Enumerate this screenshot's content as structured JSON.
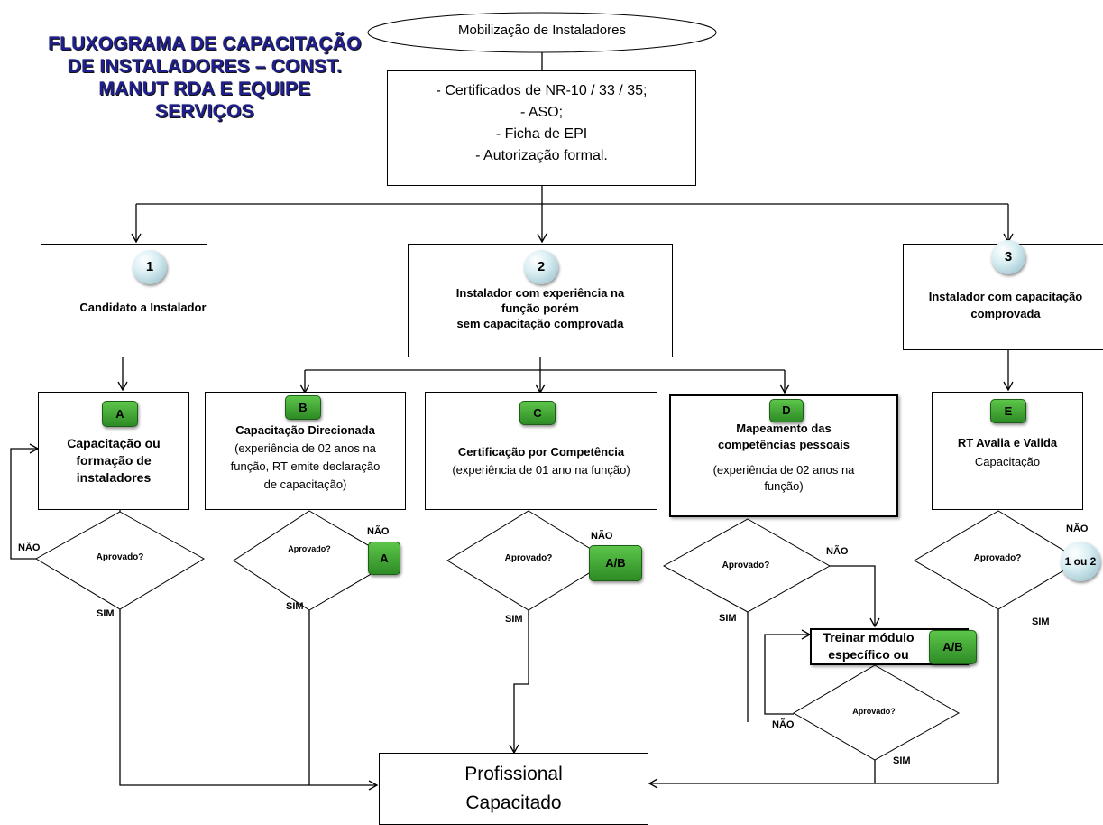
{
  "title": "FLUXOGRAMA DE CAPACITAÇÃO DE INSTALADORES – CONST. MANUT RDA E EQUIPE SERVIÇOS",
  "start": "Mobilização de Instaladores",
  "requirements": [
    "- Certificados de NR-10  / 33 / 35;",
    "-   ASO;",
    "-   Ficha de EPI",
    "- Autorização formal."
  ],
  "profiles": [
    {
      "num": "1",
      "label": "Candidato a Instalador"
    },
    {
      "num": "2",
      "label": "Instalador com experiência na função porém sem capacitação comprovada",
      "line1": "Instalador com experiência na",
      "line2": "função porém",
      "line3": "sem capacitação comprovada"
    },
    {
      "num": "3",
      "label": "Instalador com capacitação comprovada",
      "line1": "Instalador com capacitação",
      "line2": "comprovada"
    }
  ],
  "paths": {
    "A": {
      "tag": "A",
      "line1": "Capacitação ou",
      "line2": "formação de",
      "line3": "instaladores"
    },
    "B": {
      "tag": "B",
      "title": "Capacitação Direcionada",
      "d1": "(experiência de 02 anos na",
      "d2": "função, RT emite declaração",
      "d3": "de capacitação)"
    },
    "C": {
      "tag": "C",
      "title": "Certificação por Competência",
      "d1": "(experiência de 01 ano na função)"
    },
    "D": {
      "tag": "D",
      "t1": "Mapeamento das",
      "t2": "competências pessoais",
      "d1": "(experiência de 02 anos na",
      "d2": "função)"
    },
    "E": {
      "tag": "E",
      "title": "RT Avalia e Valida",
      "d1": "Capacitação"
    }
  },
  "decision_label": "Aprovado?",
  "yes": "SIM",
  "no": "NÃO",
  "return_tags": {
    "b": "A",
    "c": "A/B",
    "e": "1 ou 2",
    "train": "A/B"
  },
  "train": {
    "line1": "Treinar módulo",
    "line2": "específico ou"
  },
  "end": {
    "line1": "Profissional",
    "line2": "Capacitado"
  }
}
